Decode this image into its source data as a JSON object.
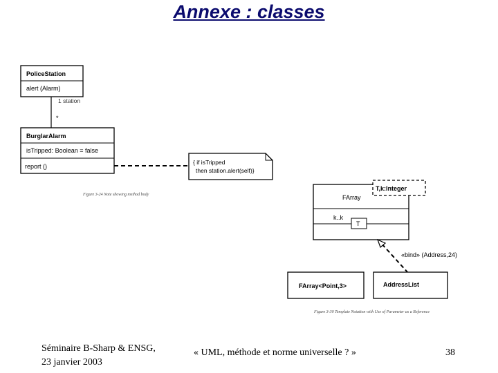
{
  "title": "Annexe : classes",
  "diagram1": {
    "police_station": {
      "name": "PoliceStation",
      "operation": "alert (Alarm)"
    },
    "association": {
      "multiplicity_station": "1 station",
      "multiplicity_many": "*"
    },
    "burglar_alarm": {
      "name": "BurglarAlarm",
      "attribute": "isTripped: Boolean = false",
      "operation": "report ()"
    },
    "note": {
      "line1": "{ if isTripped",
      "line2": "then station.alert(self)}"
    },
    "caption": "Figure 3-24  Note showing method body"
  },
  "diagram2": {
    "farray": {
      "name": "FArray",
      "params": "T,k:Integer",
      "attribute": "k..k",
      "param_box": "T"
    },
    "bind_label": "«bind» (Address,24)",
    "farray_point": {
      "name": "FArray<Point,3>"
    },
    "address_list": {
      "name": "AddressList"
    },
    "caption": "Figure 3-30  Template Notation with Use of Parameter as a Reference"
  },
  "footer": {
    "left_line1": "Séminaire B-Sharp & ENSG,",
    "left_line2": "23 janvier 2003",
    "center": "« UML, méthode et norme universelle ? »",
    "page_number": "38"
  }
}
